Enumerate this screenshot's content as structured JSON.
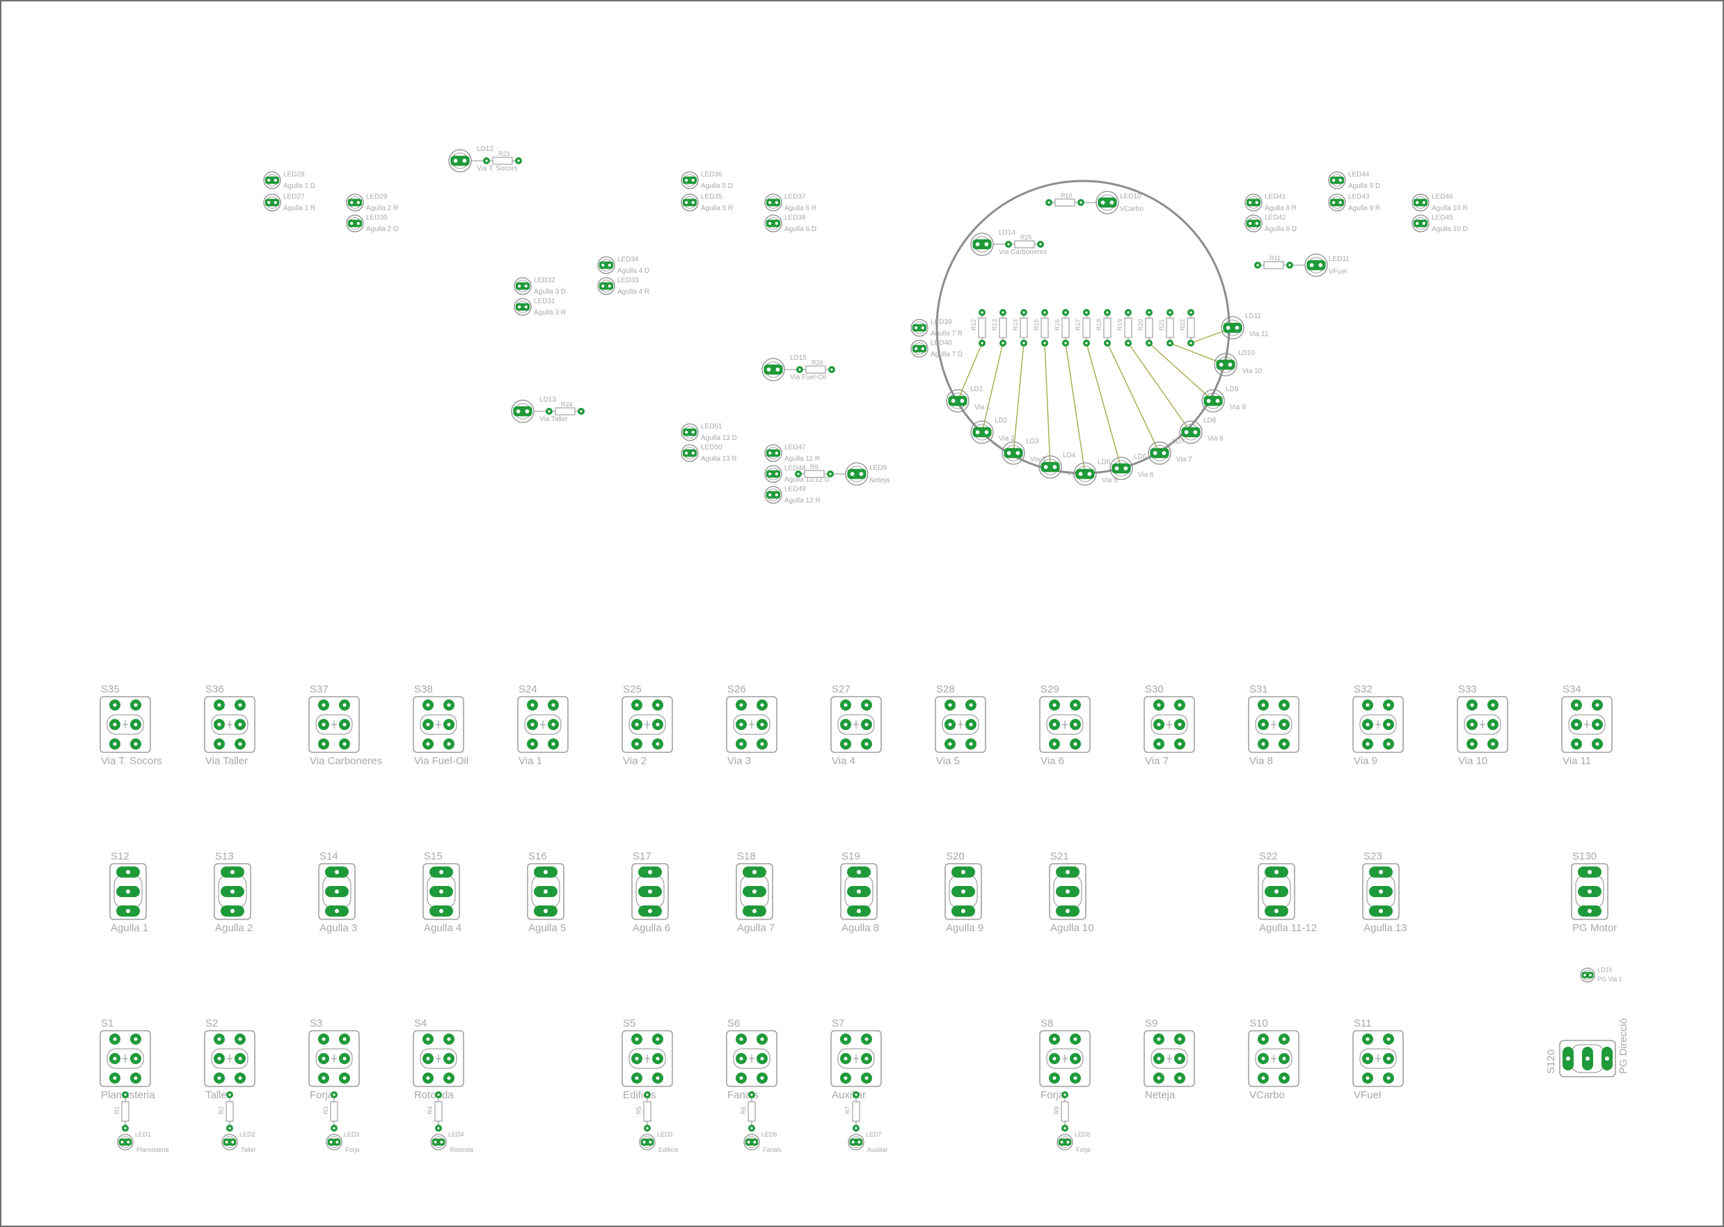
{
  "colors": {
    "pad": "#1f9a3a",
    "pad_dark": "#0f6a22",
    "silk": "#8c8c8c",
    "label": "#a8a8a8",
    "trace": "#a8a84a",
    "border": "#6e6e6e",
    "pad_hole": "#ffffff"
  },
  "switches_toggle_row": [
    {
      "ref": "S35",
      "label": "Via T. Socors"
    },
    {
      "ref": "S36",
      "label": "Via Taller"
    },
    {
      "ref": "S37",
      "label": "Via Carboneres"
    },
    {
      "ref": "S38",
      "label": "Via Fuel-Oil"
    },
    {
      "ref": "S24",
      "label": "Via 1"
    },
    {
      "ref": "S25",
      "label": "Via 2"
    },
    {
      "ref": "S26",
      "label": "Via 3"
    },
    {
      "ref": "S27",
      "label": "Via 4"
    },
    {
      "ref": "S28",
      "label": "Via 5"
    },
    {
      "ref": "S29",
      "label": "Via 6"
    },
    {
      "ref": "S30",
      "label": "Via 7"
    },
    {
      "ref": "S31",
      "label": "Via 8"
    },
    {
      "ref": "S32",
      "label": "Via 9"
    },
    {
      "ref": "S33",
      "label": "Via 10"
    },
    {
      "ref": "S34",
      "label": "Via 11"
    }
  ],
  "switches_point_row": [
    {
      "ref": "S12",
      "label": "Agulla 1"
    },
    {
      "ref": "S13",
      "label": "Agulla 2"
    },
    {
      "ref": "S14",
      "label": "Agulla 3"
    },
    {
      "ref": "S15",
      "label": "Agulla 4"
    },
    {
      "ref": "S16",
      "label": "Agulla 5"
    },
    {
      "ref": "S17",
      "label": "Agulla 6"
    },
    {
      "ref": "S18",
      "label": "Agulla 7"
    },
    {
      "ref": "S19",
      "label": "Agulla 8"
    },
    {
      "ref": "S20",
      "label": "Agulla 9"
    },
    {
      "ref": "S21",
      "label": "Agulla 10"
    },
    {
      "ref": "S22",
      "label": "Agulla 11-12"
    },
    {
      "ref": "S23",
      "label": "Agulla 13"
    },
    {
      "ref": "S130",
      "label": "PG Motor"
    }
  ],
  "switches_bottom_row": [
    {
      "ref": "S1",
      "label": "Planxisteria",
      "led": "LED1",
      "led_label": "Planxisteria",
      "res": "R1"
    },
    {
      "ref": "S2",
      "label": "Taller",
      "led": "LED2",
      "led_label": "Taller",
      "res": "R2"
    },
    {
      "ref": "S3",
      "label": "Forja",
      "led": "LED3",
      "led_label": "Forja",
      "res": "R3"
    },
    {
      "ref": "S4",
      "label": "Rotonda",
      "led": "LED4",
      "led_label": "Rotonda",
      "res": "R4"
    },
    {
      "ref": "S5",
      "label": "Edificis",
      "led": "LED5",
      "led_label": "Edificis",
      "res": "R5"
    },
    {
      "ref": "S6",
      "label": "Fanals",
      "led": "LED6",
      "led_label": "Fanals",
      "res": "R6"
    },
    {
      "ref": "S7",
      "label": "Auxiliar",
      "led": "LED7",
      "led_label": "Auxiliar",
      "res": "R7"
    },
    {
      "ref": "S8",
      "label": "Forja",
      "led": "LED8",
      "led_label": "Forja",
      "res": "R8"
    },
    {
      "ref": "S9",
      "label": "Neteja"
    },
    {
      "ref": "S10",
      "label": "VCarbo"
    },
    {
      "ref": "S11",
      "label": "VFuel"
    }
  ],
  "pg_direccio": {
    "ref": "S120",
    "label": "PG Direcció"
  },
  "pg_led": {
    "ref": "LD16",
    "label": "PG Via 1"
  },
  "point_leds": [
    {
      "ref": "LED28",
      "label": "Agulla 1 D"
    },
    {
      "ref": "LED27",
      "label": "Agulla 1 R"
    },
    {
      "ref": "LED29",
      "label": "Agulla 2 R"
    },
    {
      "ref": "LED30",
      "label": "Agulla 2 D"
    },
    {
      "ref": "LED32",
      "label": "Agulla 3 D"
    },
    {
      "ref": "LED31",
      "label": "Agulla 3 R"
    },
    {
      "ref": "LED34",
      "label": "Agulla 4 D"
    },
    {
      "ref": "LED33",
      "label": "Agulla 4 R"
    },
    {
      "ref": "LED36",
      "label": "Agulla 5 D"
    },
    {
      "ref": "LED35",
      "label": "Agulla 5 R"
    },
    {
      "ref": "LED37",
      "label": "Agulla 6 R"
    },
    {
      "ref": "LED38",
      "label": "Agulla 6 D"
    },
    {
      "ref": "LED39",
      "label": "Agulla 7 R"
    },
    {
      "ref": "LED40",
      "label": "Agulla 7 D"
    },
    {
      "ref": "LED41",
      "label": "Agulla 8 R"
    },
    {
      "ref": "LED42",
      "label": "Agulla 8 D"
    },
    {
      "ref": "LED44",
      "label": "Agulla 9 D"
    },
    {
      "ref": "LED43",
      "label": "Agulla 9 R"
    },
    {
      "ref": "LED46",
      "label": "Agulla 10 R"
    },
    {
      "ref": "LED45",
      "label": "Agulla 10 D"
    },
    {
      "ref": "LED51",
      "label": "Agulla 13 D"
    },
    {
      "ref": "LED50",
      "label": "Agulla 13 R"
    },
    {
      "ref": "LED47",
      "label": "Agulla 11 R"
    },
    {
      "ref": "LED48",
      "label": "Agulla 11/12 D"
    },
    {
      "ref": "LED49",
      "label": "Agulla 12 R"
    }
  ],
  "track_leds": [
    {
      "ref": "LD12",
      "label": "Via T. Socors",
      "res": "R23"
    },
    {
      "ref": "LD13",
      "label": "Via Taller",
      "res": "R24"
    },
    {
      "ref": "LD14",
      "label": "Via Carboneres",
      "res": "R25"
    },
    {
      "ref": "LD15",
      "label": "Via Fuel-Oil",
      "res": "R26"
    },
    {
      "ref": "LED9",
      "label": "Neteja",
      "res": "R9"
    },
    {
      "ref": "LED10",
      "label": "VCarbo",
      "res": "R10"
    },
    {
      "ref": "LED11",
      "label": "VFuel",
      "res": "R11"
    }
  ],
  "turntable": {
    "leds": [
      {
        "ref": "LD1",
        "label": "Via 1"
      },
      {
        "ref": "LD2",
        "label": "Via 2"
      },
      {
        "ref": "LD3",
        "label": "Via 3"
      },
      {
        "ref": "LD4",
        "label": "Via 4"
      },
      {
        "ref": "LD5",
        "label": "Via 5"
      },
      {
        "ref": "LD6",
        "label": "Via 6"
      },
      {
        "ref": "LD7",
        "label": "Via 7"
      },
      {
        "ref": "LD8",
        "label": "Via 8"
      },
      {
        "ref": "LD9",
        "label": "Via 9"
      },
      {
        "ref": "LD10",
        "label": "Via 10"
      },
      {
        "ref": "LD11",
        "label": "Via 11"
      }
    ],
    "resistors": [
      "R12",
      "R13",
      "R14",
      "R15",
      "R16",
      "R17",
      "R18",
      "R19",
      "R20",
      "R21",
      "R22"
    ]
  }
}
